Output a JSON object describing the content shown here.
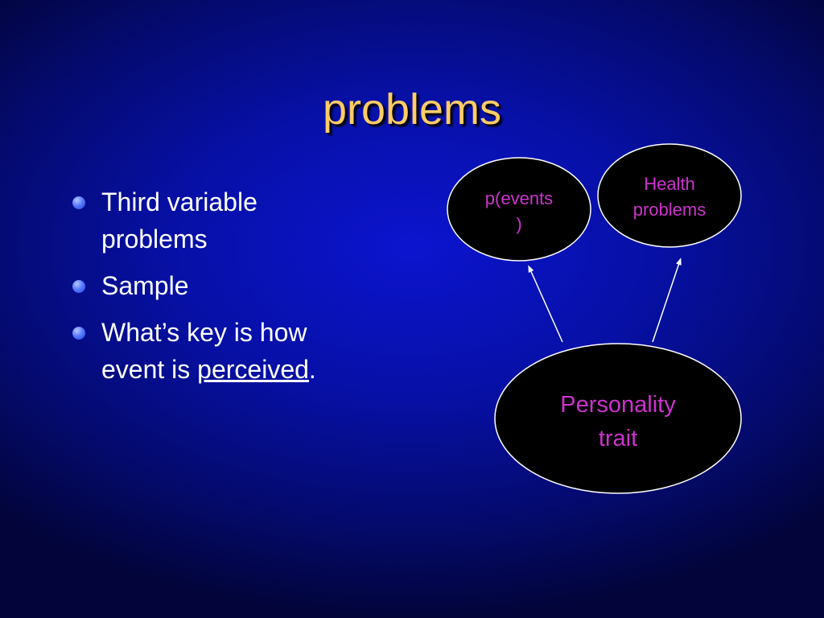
{
  "slide": {
    "title": "problems",
    "bullets": [
      {
        "lines": [
          "Third variable",
          "problems"
        ]
      },
      {
        "lines": [
          "Sample"
        ]
      },
      {
        "lines": [
          "What’s key is how"
        ],
        "last_line_prefix": "event is ",
        "last_line_underlined": "perceived",
        "last_line_suffix": "."
      }
    ]
  },
  "diagram": {
    "nodes": [
      {
        "id": "events",
        "label_lines": [
          "p(events",
          ")"
        ]
      },
      {
        "id": "health",
        "label_lines": [
          "Health",
          "problems"
        ]
      },
      {
        "id": "trait",
        "label_lines": [
          "Personality",
          "trait"
        ]
      }
    ],
    "edges": [
      {
        "from": "trait",
        "to": "events"
      },
      {
        "from": "trait",
        "to": "health"
      }
    ],
    "colors": {
      "node_fill": "#000000",
      "node_stroke": "#ffffff",
      "label": "#cc33cc",
      "arrow": "#ffffff"
    }
  }
}
